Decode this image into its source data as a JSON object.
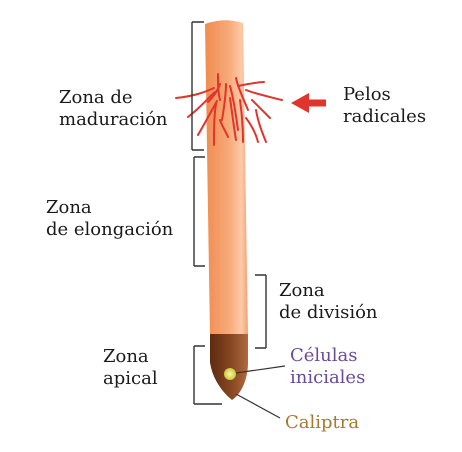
{
  "labels": {
    "maduracion": [
      "Zona de",
      "maduración"
    ],
    "pelos": [
      "Pelos",
      "radicales"
    ],
    "elongacion": [
      "Zona",
      "de elongación"
    ],
    "division": [
      "Zona",
      "de división"
    ],
    "apical": [
      "Zona",
      "apical"
    ],
    "celulas": [
      "Células",
      "iniciales"
    ],
    "caliptra": "Caliptra"
  },
  "colors": {
    "root": "#f7a978",
    "root_highlight": "#fccaa8",
    "hairs": "#e0342c",
    "arrow": "#e0342c",
    "cap": "#7a3d1a",
    "initial_cells": "#e8e86a",
    "bracket": "#333333",
    "label_purple": "#6a4a9a",
    "label_gold": "#a8782a"
  }
}
